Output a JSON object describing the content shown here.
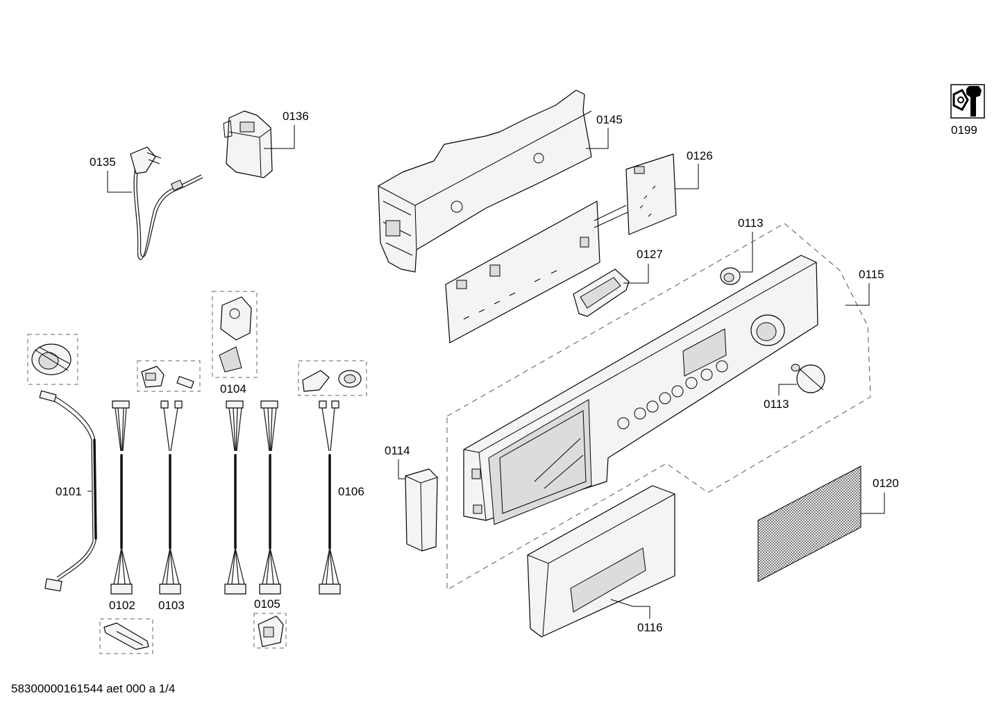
{
  "labels": {
    "p0135": "0135",
    "p0136": "0136",
    "p0145": "0145",
    "p0126": "0126",
    "p0113a": "0113",
    "p0127": "0127",
    "p0115": "0115",
    "p0113b": "0113",
    "p0199": "0199",
    "p0104": "0104",
    "p0114": "0114",
    "p0101": "0101",
    "p0106": "0106",
    "p0120": "0120",
    "p0102": "0102",
    "p0103": "0103",
    "p0105": "0105",
    "p0116": "0116"
  },
  "footer": "58300000161544 aet 000 a 1/4",
  "icons": {
    "service": "wrench-nut-icon"
  }
}
